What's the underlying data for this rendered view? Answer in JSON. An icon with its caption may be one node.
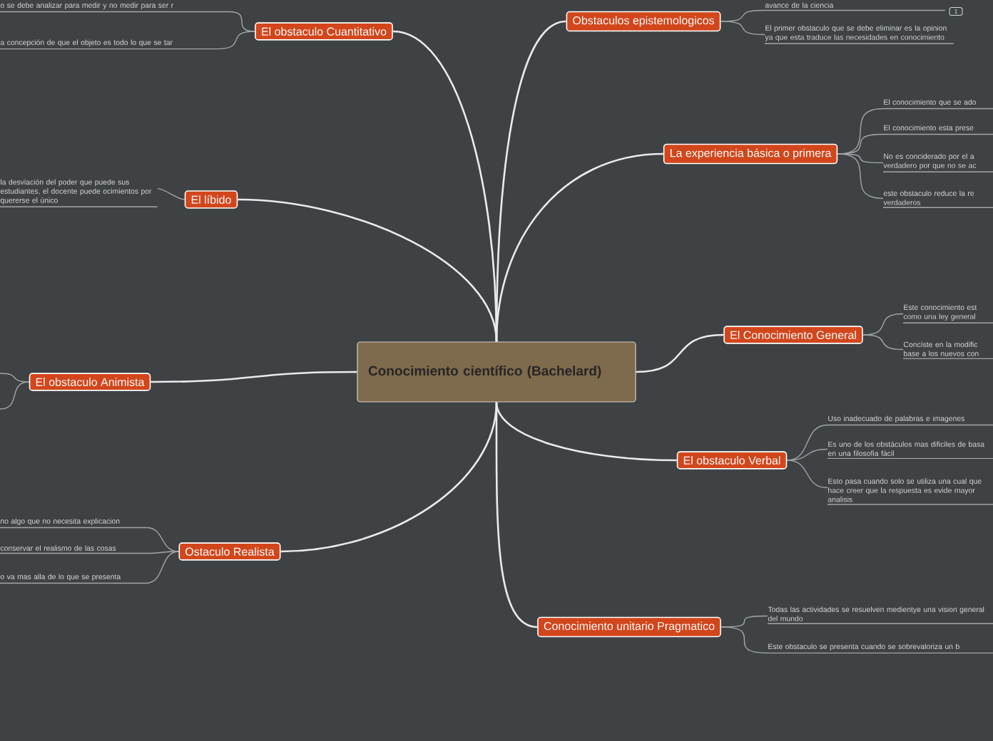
{
  "diagram": {
    "nodes": [
      {
        "text": [
          "Conocimiento científico (Bachelard)"
        ]
      },
      {
        "text": [
          "Obstaculos epistemologicos"
        ]
      },
      {
        "text": [
          "avance de la ciencia"
        ]
      },
      {
        "text": [
          "El primer obstaculo que se debe eliminar es la opinion ya que esta traduce las necesidades en conocimiento"
        ]
      },
      {
        "text": [
          "La experiencia básica o primera"
        ]
      },
      {
        "text": [
          "El conocimiento que se ado"
        ]
      },
      {
        "text": [
          "El conocimiento esta prese"
        ]
      },
      {
        "text": [
          "No es conciderado por el a verdadero por que no se ac"
        ]
      },
      {
        "text": [
          "este obstaculo reduce la re verdaderos"
        ]
      },
      {
        "text": [
          "El Conocimiento General"
        ]
      },
      {
        "text": [
          "Este conocimiento est como una ley general"
        ]
      },
      {
        "text": [
          "Concíste en la modific base a los nuevos con"
        ]
      },
      {
        "text": [
          "El obstaculo Verbal"
        ]
      },
      {
        "text": [
          "Uso inadecuado de palabras e imagenes"
        ]
      },
      {
        "text": [
          "Es uno de los obstáculos mas dificiles de basa en una filosofia fácil"
        ]
      },
      {
        "text": [
          "Esto pasa cuando solo se utiliza una cual que hace creer que la respuesta es evide mayor analisis"
        ]
      },
      {
        "text": [
          "Conocimiento unitario Pragmatico"
        ]
      },
      {
        "text": [
          "Todas las actividades se resuelven medientye una vision general del mundo"
        ]
      },
      {
        "text": [
          "Este obstaculo se presenta cuando se sobrevaloriza un b"
        ]
      },
      {
        "text": [
          "El obstaculo Cuantitativo"
        ]
      },
      {
        "text": [
          "o se debe analizar para medir y no medir para ser r"
        ]
      },
      {
        "text": [
          "a concepción de que el objeto es todo lo que se tar"
        ]
      },
      {
        "text": [
          "El líbido"
        ]
      },
      {
        "text": [
          "la desviación del poder  que puede sus estudiantes, el docente puede ocimientos por quererse el único"
        ]
      },
      {
        "text": [
          "El obstaculo Animista"
        ]
      },
      {
        "text": [
          "Ostaculo Realista"
        ]
      },
      {
        "text": [
          "no algo que no necesita explicacion"
        ]
      },
      {
        "text": [
          "conservar el realismo de las cosas"
        ]
      },
      {
        "text": [
          "o va mas alla de lo que se presenta"
        ]
      }
    ],
    "edges": [
      {
        "from": 0,
        "to": 1,
        "arrow": "none"
      },
      {
        "from": 0,
        "to": 4,
        "arrow": "none"
      },
      {
        "from": 0,
        "to": 9,
        "arrow": "none"
      },
      {
        "from": 0,
        "to": 12,
        "arrow": "none"
      },
      {
        "from": 0,
        "to": 16,
        "arrow": "none"
      },
      {
        "from": 0,
        "to": 19,
        "arrow": "none"
      },
      {
        "from": 0,
        "to": 22,
        "arrow": "none"
      },
      {
        "from": 0,
        "to": 24,
        "arrow": "none"
      },
      {
        "from": 0,
        "to": 25,
        "arrow": "none"
      },
      {
        "from": 1,
        "to": 2,
        "arrow": "none"
      },
      {
        "from": 1,
        "to": 3,
        "arrow": "none"
      },
      {
        "from": 4,
        "to": 5,
        "arrow": "none"
      },
      {
        "from": 4,
        "to": 6,
        "arrow": "none"
      },
      {
        "from": 4,
        "to": 7,
        "arrow": "none"
      },
      {
        "from": 4,
        "to": 8,
        "arrow": "none"
      },
      {
        "from": 9,
        "to": 10,
        "arrow": "none"
      },
      {
        "from": 9,
        "to": 11,
        "arrow": "none"
      },
      {
        "from": 12,
        "to": 13,
        "arrow": "none"
      },
      {
        "from": 12,
        "to": 14,
        "arrow": "none"
      },
      {
        "from": 12,
        "to": 15,
        "arrow": "none"
      },
      {
        "from": 16,
        "to": 17,
        "arrow": "none"
      },
      {
        "from": 16,
        "to": 18,
        "arrow": "none"
      },
      {
        "from": 19,
        "to": 20,
        "arrow": "none"
      },
      {
        "from": 19,
        "to": 21,
        "arrow": "none"
      },
      {
        "from": 22,
        "to": 23,
        "arrow": "none"
      },
      {
        "from": 24,
        "to": null,
        "arrow": "none"
      },
      {
        "from": 24,
        "to": null,
        "arrow": "none"
      },
      {
        "from": 25,
        "to": 26,
        "arrow": "none"
      },
      {
        "from": 25,
        "to": 27,
        "arrow": "none"
      },
      {
        "from": 25,
        "to": 28,
        "arrow": "none"
      }
    ],
    "labels": [
      "1"
    ]
  }
}
